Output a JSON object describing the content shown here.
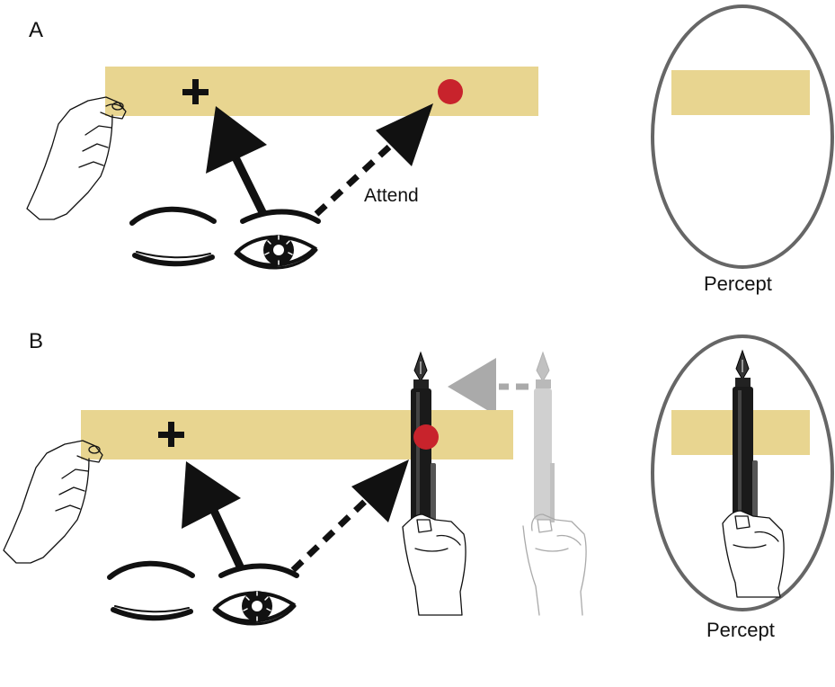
{
  "panels": [
    {
      "letter": "A",
      "attend_label": "Attend",
      "percept_label": "Percept"
    },
    {
      "letter": "B",
      "percept_label": "Percept"
    }
  ],
  "colors": {
    "strip": "#e8d590",
    "target_dot": "#c8232c",
    "ink": "#111111",
    "ghost": "#a8a8a8",
    "ellipse": "#666666"
  },
  "icons": [
    "fixation-cross-icon",
    "eye-open-icon",
    "eye-closed-icon",
    "hand-icon",
    "pen-icon",
    "arrow-icon"
  ]
}
